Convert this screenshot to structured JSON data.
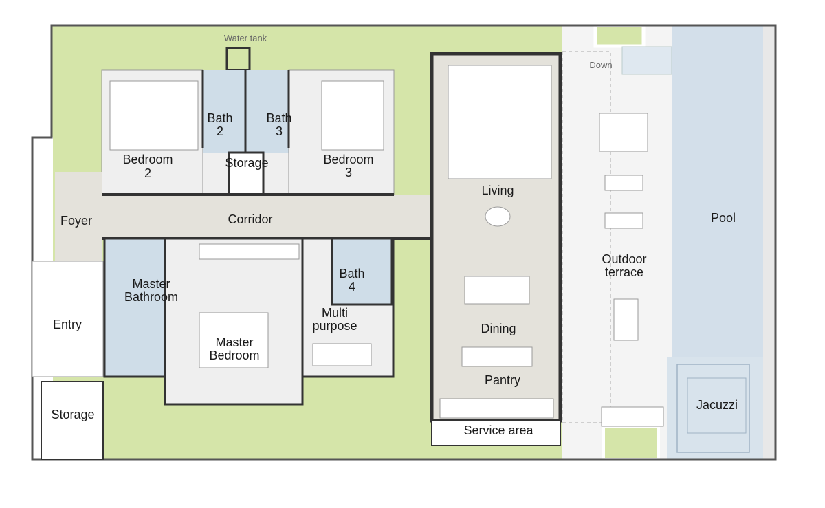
{
  "plan": {
    "colors": {
      "garden": "#d5e5a9",
      "corridor": "#e4e2db",
      "room": "#efefef",
      "bath": "#cfdde8",
      "pool": "#d3dfea",
      "terrace": "#f4f4f4",
      "wall": "#333333"
    },
    "labels": {
      "water_tank": "Water tank",
      "bedroom2_a": "Bedroom",
      "bedroom2_b": "2",
      "bath2_a": "Bath",
      "bath2_b": "2",
      "bath3_a": "Bath",
      "bath3_b": "3",
      "storage_top": "Storage",
      "bedroom3_a": "Bedroom",
      "bedroom3_b": "3",
      "foyer": "Foyer",
      "corridor": "Corridor",
      "living": "Living",
      "down": "Down",
      "pool": "Pool",
      "outdoor_a": "Outdoor",
      "outdoor_b": "terrace",
      "master_bath_a": "Master",
      "master_bath_b": "Bathroom",
      "bath4_a": "Bath",
      "bath4_b": "4",
      "entry": "Entry",
      "multi_a": "Multi",
      "multi_b": "purpose",
      "dining": "Dining",
      "master_bed_a": "Master",
      "master_bed_b": "Bedroom",
      "pantry": "Pantry",
      "jacuzzi": "Jacuzzi",
      "storage_bottom": "Storage",
      "service_area": "Service area"
    }
  }
}
